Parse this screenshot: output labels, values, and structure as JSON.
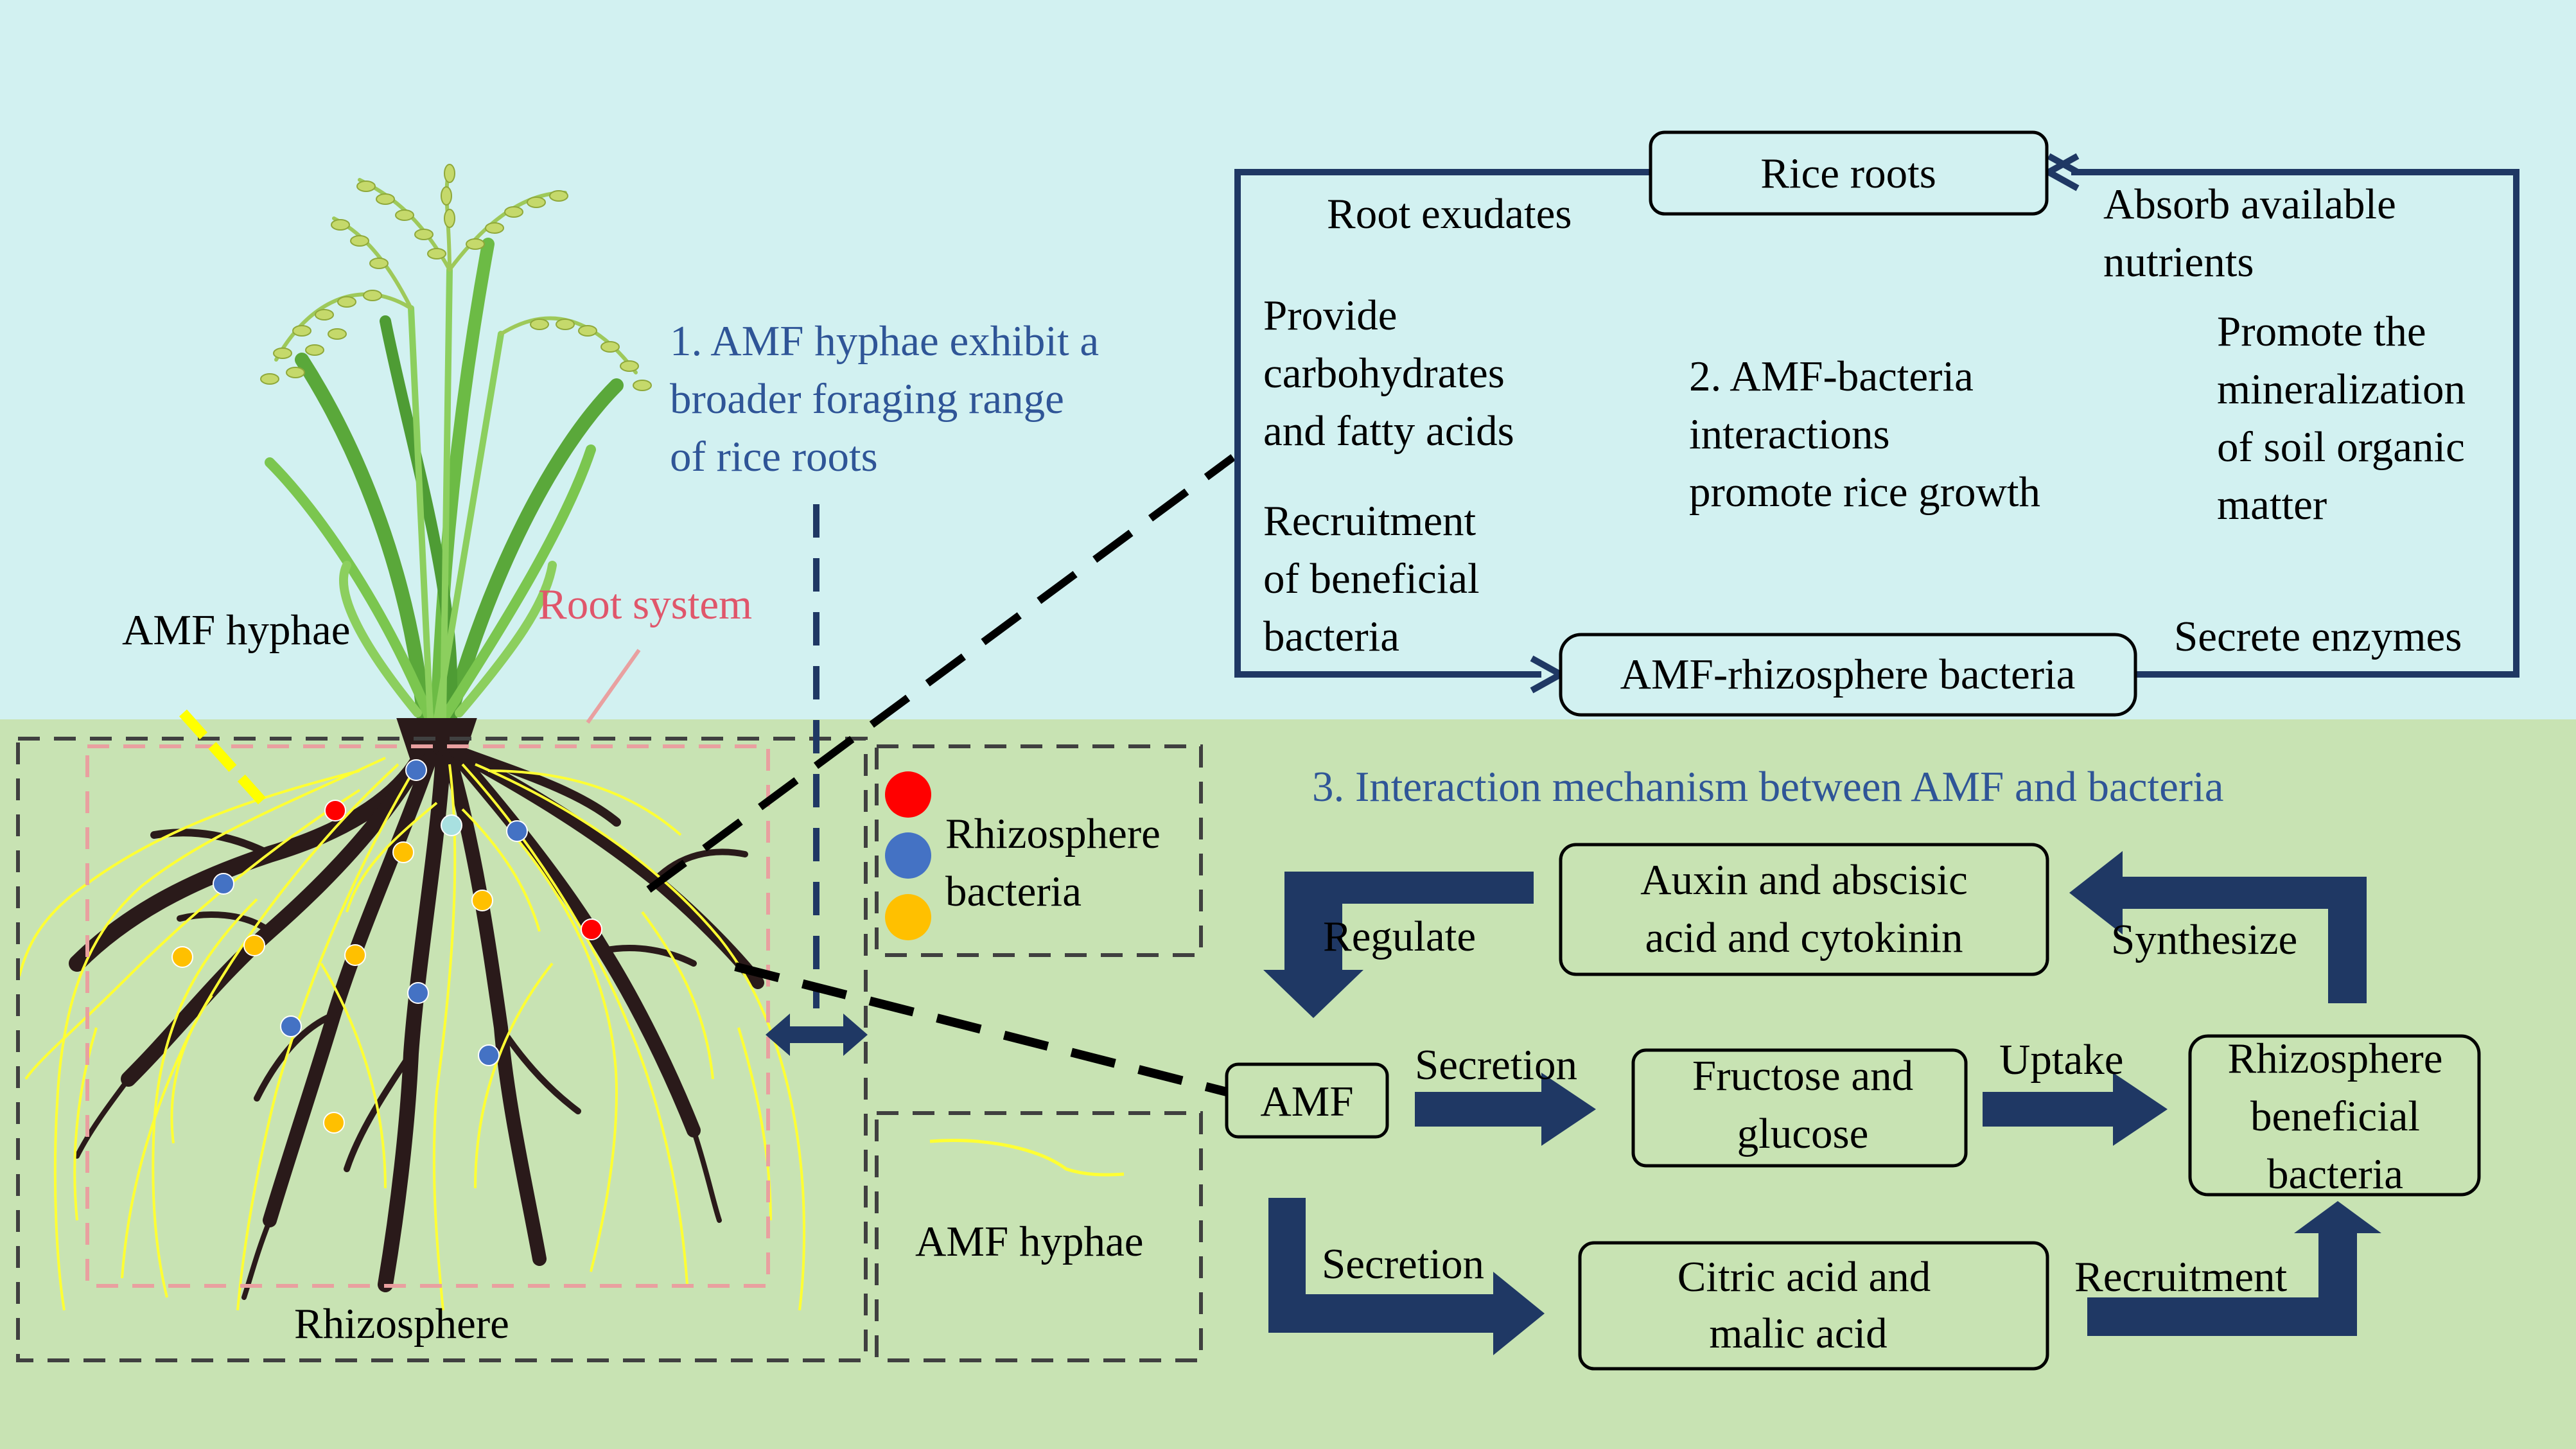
{
  "colors": {
    "sky": "#d2f1f1",
    "soil": "#c8e3b3",
    "navy": "#1f3864",
    "blue_text": "#2f5597",
    "root_system_text": "#e0566b",
    "pink_dash": "#e9a0a0",
    "hyphae": "#ffff33",
    "root": "#2a1a1a",
    "bacteria_red": "#ff0000",
    "bacteria_blue": "#4472c4",
    "bacteria_orange": "#ffc000"
  },
  "plant_labels": {
    "amf_hyphae": "AMF hyphae",
    "root_system": "Root system",
    "rhizosphere": "Rhizosphere"
  },
  "legend": {
    "bacteria_line1": "Rhizosphere",
    "bacteria_line2": "bacteria",
    "hyphae": "AMF hyphae"
  },
  "section1": {
    "line1": "1. AMF hyphae exhibit a",
    "line2": "broader foraging range",
    "line3": "of rice roots"
  },
  "cycle": {
    "rice_roots": "Rice roots",
    "amf_rhizo": "AMF-rhizosphere bacteria",
    "root_exudates": "Root exudates",
    "provide": [
      "Provide",
      "carbohydrates",
      "and fatty acids"
    ],
    "recruitment": [
      "Recruitment",
      "of beneficial",
      "bacteria"
    ],
    "absorb": [
      "Absorb available",
      "nutrients"
    ],
    "promote": [
      "Promote the",
      "mineralization",
      "of soil organic",
      "matter"
    ],
    "secrete": "Secrete enzymes",
    "center": [
      "2. AMF-bacteria",
      "interactions",
      "promote rice growth"
    ]
  },
  "mechanism": {
    "title": "3. Interaction mechanism between AMF and bacteria",
    "auxin": [
      "Auxin and abscisic",
      "acid and cytokinin"
    ],
    "regulate": "Regulate",
    "synthesize": "Synthesize",
    "amf": "AMF",
    "secretion_top": "Secretion",
    "fructose": [
      "Fructose and",
      "glucose"
    ],
    "uptake": "Uptake",
    "beneficial": [
      "Rhizosphere",
      "beneficial",
      "bacteria"
    ],
    "secretion_bottom": "Secretion",
    "citric": [
      "Citric acid and",
      "malic acid"
    ],
    "recruitment": "Recruitment"
  }
}
